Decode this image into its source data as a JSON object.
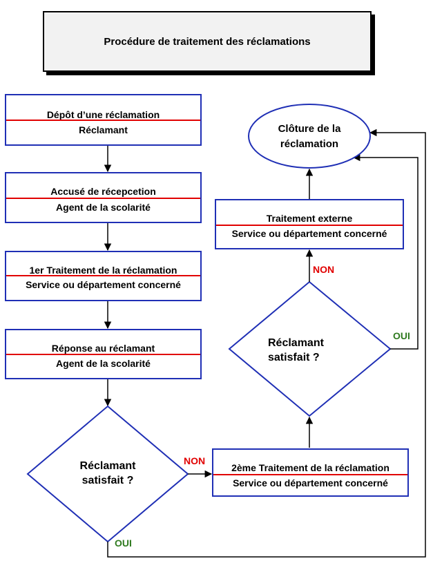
{
  "title": "Procédure de traitement des réclamations",
  "steps": [
    {
      "action": "Dépôt d’une réclamation",
      "actor": "Réclamant"
    },
    {
      "action": "Accusé de récepcetion",
      "actor": "Agent de la scolarité"
    },
    {
      "action": "1er Traitement de la réclamation",
      "actor": "Service ou département concerné"
    },
    {
      "action": "Réponse au réclamant",
      "actor": "Agent de la scolarité"
    },
    {
      "action": "2ème Traitement de la réclamation",
      "actor": "Service ou département concerné"
    },
    {
      "action": "Traitement externe",
      "actor": "Service ou département concerné"
    }
  ],
  "decisions": [
    {
      "line1": "Réclamant",
      "line2": "satisfait ?"
    },
    {
      "line1": "Réclamant",
      "line2": "satisfait ?"
    }
  ],
  "end": {
    "line1": "Clôture de la",
    "line2": "réclamation"
  },
  "branch_labels": {
    "yes": "OUI",
    "no": "NON"
  },
  "colors": {
    "box_border": "#1f2fb5",
    "separator": "#e10000",
    "no_label": "#e10000",
    "yes_label": "#2f7a1f",
    "arrows": "#000000"
  }
}
